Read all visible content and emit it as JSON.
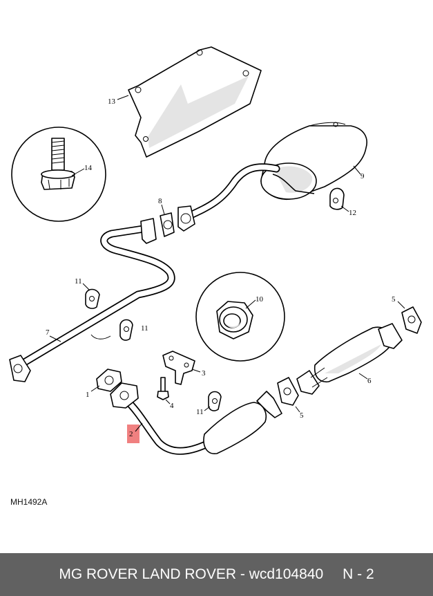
{
  "diagram": {
    "labels": {
      "p1": "1",
      "p2": "2",
      "p3": "3",
      "p4": "4",
      "p5a": "5",
      "p5b": "5",
      "p6": "6",
      "p7": "7",
      "p8": "8",
      "p9": "9",
      "p10": "10",
      "p11a": "11",
      "p11b": "11",
      "p11c": "11",
      "p12": "12",
      "p13": "13",
      "p14": "14"
    },
    "highlight_color": "#f08080",
    "drawing_code": "MH1492A"
  },
  "footer": {
    "brand": "MG ROVER LAND ROVER - wcd104840",
    "page": "N - 2"
  }
}
